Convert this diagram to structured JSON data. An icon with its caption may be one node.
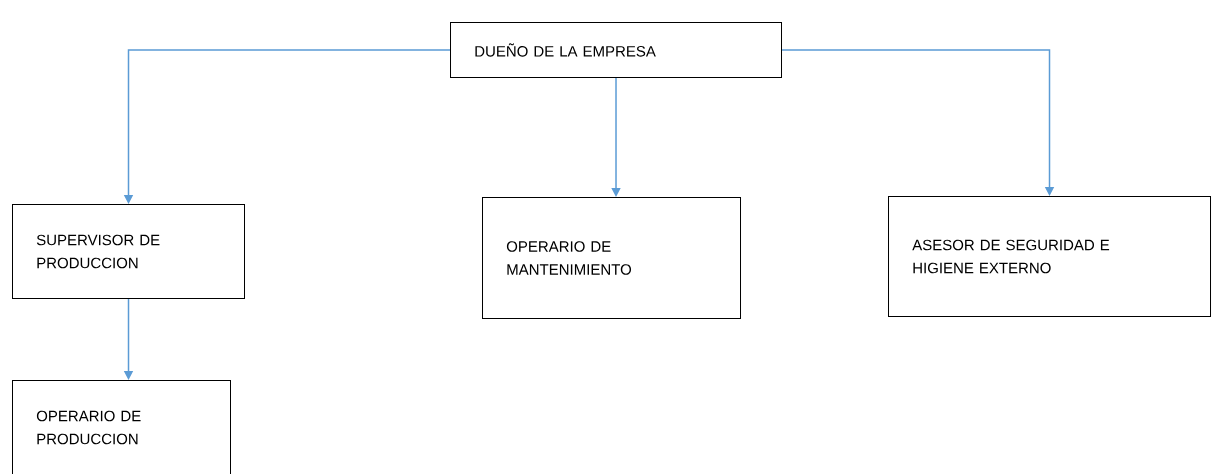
{
  "diagram": {
    "nodes": [
      {
        "text": [
          "DUEÑO DE LA EMPRESA"
        ]
      },
      {
        "text": [
          "SUPERVISOR DE PRODUCCION"
        ]
      },
      {
        "text": [
          "OPERARIO DE MANTENIMIENTO"
        ]
      },
      {
        "text": [
          "ASESOR DE SEGURIDAD E HIGIENE EXTERNO"
        ]
      },
      {
        "text": [
          "OPERARIO DE PRODUCCION"
        ]
      }
    ],
    "edges": [
      {
        "from": 0,
        "to": 1,
        "arrow": "to"
      },
      {
        "from": 0,
        "to": 2,
        "arrow": "to"
      },
      {
        "from": 0,
        "to": 3,
        "arrow": "to"
      },
      {
        "from": 1,
        "to": 4,
        "arrow": "to"
      }
    ]
  }
}
